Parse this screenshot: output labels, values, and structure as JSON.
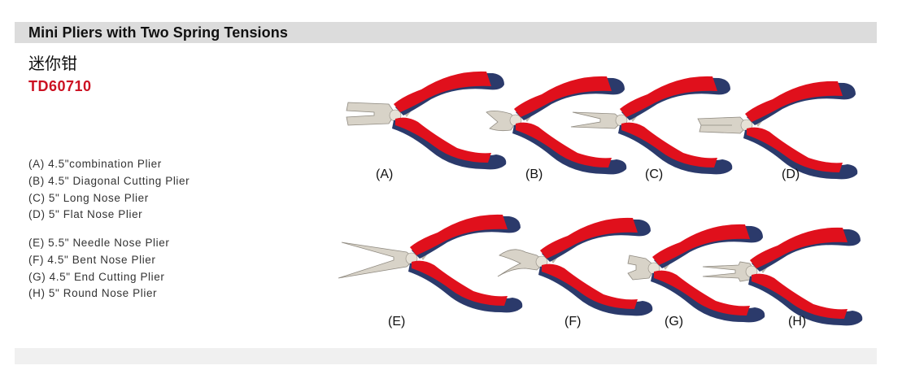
{
  "header": {
    "title": "Mini Pliers with Two Spring Tensions",
    "title_cn": "迷你钳",
    "model": "TD60710"
  },
  "colors": {
    "title_bar": "#dcdcdc",
    "model_red": "#cc1122",
    "handle_red": "#e0101c",
    "handle_blue": "#2b3a6b",
    "steel": "#d8d3c8",
    "footer_bar": "#f0f0f0"
  },
  "descriptions_group1": [
    "(A) 4.5\"combination Plier",
    "(B) 4.5\" Diagonal Cutting Plier",
    "(C) 5\" Long Nose Plier",
    "(D) 5\" Flat Nose Plier"
  ],
  "descriptions_group2": [
    "(E) 5.5\" Needle Nose Plier",
    "(F) 4.5\" Bent  Nose Plier",
    "(G) 4.5\" End Cutting Plier",
    "(H) 5\" Round Nose Plier"
  ],
  "products": [
    {
      "label": "(A)",
      "type": "combination"
    },
    {
      "label": "(B)",
      "type": "diagonal-cutting"
    },
    {
      "label": "(C)",
      "type": "long-nose"
    },
    {
      "label": "(D)",
      "type": "flat-nose"
    },
    {
      "label": "(E)",
      "type": "needle-nose"
    },
    {
      "label": "(F)",
      "type": "bent-nose"
    },
    {
      "label": "(G)",
      "type": "end-cutting"
    },
    {
      "label": "(H)",
      "type": "round-nose"
    }
  ]
}
